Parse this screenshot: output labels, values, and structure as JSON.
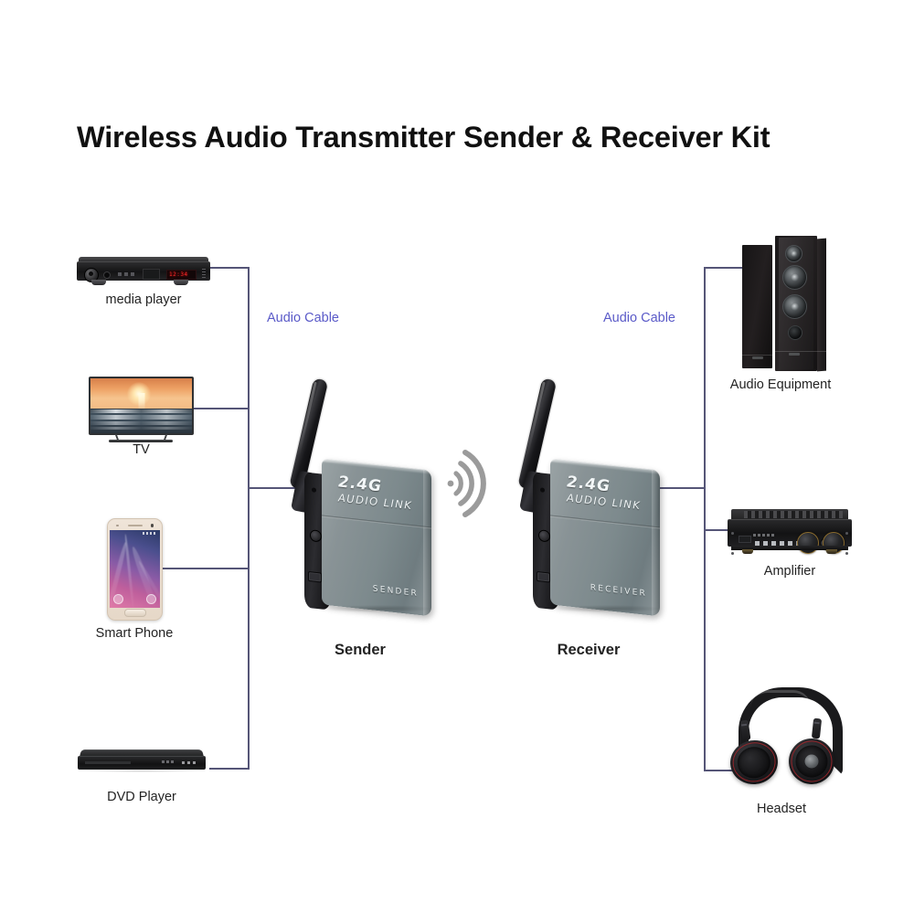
{
  "page": {
    "title": "Wireless Audio Transmitter Sender & Receiver Kit",
    "background_color": "#ffffff",
    "line_color": "#555577",
    "cable_label_color": "#5a5ac8"
  },
  "cables": {
    "left_label": "Audio Cable",
    "right_label": "Audio Cable"
  },
  "sources": [
    {
      "id": "media-player",
      "label": "media player"
    },
    {
      "id": "tv",
      "label": "TV"
    },
    {
      "id": "smart-phone",
      "label": "Smart Phone"
    },
    {
      "id": "dvd-player",
      "label": "DVD Player"
    }
  ],
  "outputs": [
    {
      "id": "audio-equipment",
      "label": "Audio Equipment"
    },
    {
      "id": "amplifier",
      "label": "Amplifier"
    },
    {
      "id": "headset",
      "label": "Headset"
    }
  ],
  "devices": {
    "sender": {
      "caption": "Sender",
      "brand_line1": "2.4G",
      "brand_line2": "AUDIO LINK",
      "role_text": "SENDER"
    },
    "receiver": {
      "caption": "Receiver",
      "brand_line1": "2.4G",
      "brand_line2": "AUDIO LINK",
      "role_text": "RECEIVER"
    }
  },
  "wireless": {
    "icon": "wifi-waves-icon",
    "color": "#9b9b9b"
  },
  "media_player_display": "12:34"
}
